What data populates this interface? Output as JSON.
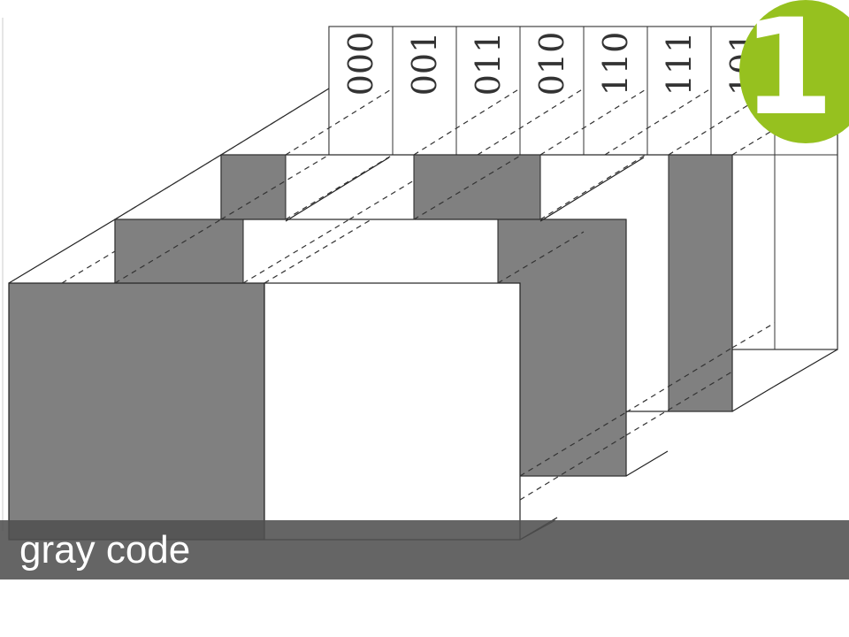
{
  "caption": "gray code",
  "badge_number": "1",
  "colors": {
    "badge": "#96c11f",
    "shaded": "#808080",
    "caption_bar": "#505050"
  },
  "codes": [
    "000",
    "001",
    "011",
    "010",
    "110",
    "111",
    "101"
  ]
}
